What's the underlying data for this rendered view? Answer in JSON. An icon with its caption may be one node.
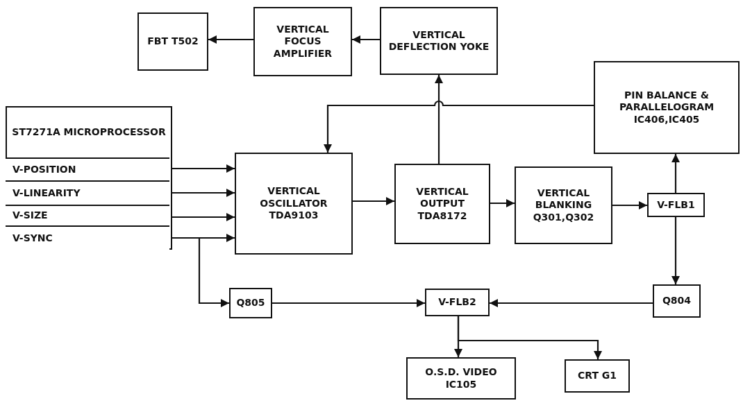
{
  "diagram": {
    "nodes": [
      {
        "text": [
          "FBT T502"
        ]
      },
      {
        "text": [
          "VERTICAL FOCUS AMPLIFIER"
        ]
      },
      {
        "text": [
          "VERTICAL DEFLECTION YOKE"
        ]
      },
      {
        "text": [
          "PIN BALANCE & PARALLELOGRAM IC406,IC405"
        ]
      },
      {
        "text": [
          "ST7271A MICROPROCESSOR"
        ]
      },
      {
        "text": [
          "V-POSITION"
        ],
        "in": 4
      },
      {
        "text": [
          "V-LINEARITY"
        ],
        "in": 4
      },
      {
        "text": [
          "V-SIZE"
        ],
        "in": 4
      },
      {
        "text": [
          "V-SYNC"
        ],
        "in": 4
      },
      {
        "text": [
          "VERTICAL OSCILLATOR TDA9103"
        ]
      },
      {
        "text": [
          "VERTICAL OUTPUT TDA8172"
        ]
      },
      {
        "text": [
          "VERTICAL BLANKING Q301,Q302"
        ]
      },
      {
        "text": [
          "V-FLB1"
        ]
      },
      {
        "text": [
          "Q805"
        ]
      },
      {
        "text": [
          "V-FLB2"
        ]
      },
      {
        "text": [
          "Q804"
        ]
      },
      {
        "text": [
          "O.S.D. VIDEO IC105"
        ]
      },
      {
        "text": [
          "CRT G1"
        ]
      }
    ],
    "edges": [
      {
        "from": 2,
        "to": 1,
        "arrow": "to"
      },
      {
        "from": 1,
        "to": 0,
        "arrow": "to"
      },
      {
        "from": 10,
        "to": 2,
        "arrow": "to"
      },
      {
        "from": 3,
        "to": 9,
        "arrow": "to"
      },
      {
        "from": 5,
        "to": 9,
        "arrow": "to"
      },
      {
        "from": 6,
        "to": 9,
        "arrow": "to"
      },
      {
        "from": 7,
        "to": 9,
        "arrow": "to"
      },
      {
        "from": 8,
        "to": 9,
        "arrow": "to"
      },
      {
        "from": 9,
        "to": 10,
        "arrow": "to"
      },
      {
        "from": 10,
        "to": 11,
        "arrow": "to"
      },
      {
        "from": 11,
        "to": 12,
        "arrow": "to"
      },
      {
        "from": 12,
        "to": 3,
        "arrow": "to"
      },
      {
        "from": 12,
        "to": 15,
        "arrow": "to"
      },
      {
        "from": 8,
        "to": 13,
        "arrow": "to"
      },
      {
        "from": 13,
        "to": 14,
        "arrow": "to"
      },
      {
        "from": 15,
        "to": 14,
        "arrow": "to"
      },
      {
        "from": 14,
        "to": 16,
        "arrow": "to"
      },
      {
        "from": 14,
        "to": 17,
        "arrow": "to"
      }
    ]
  }
}
